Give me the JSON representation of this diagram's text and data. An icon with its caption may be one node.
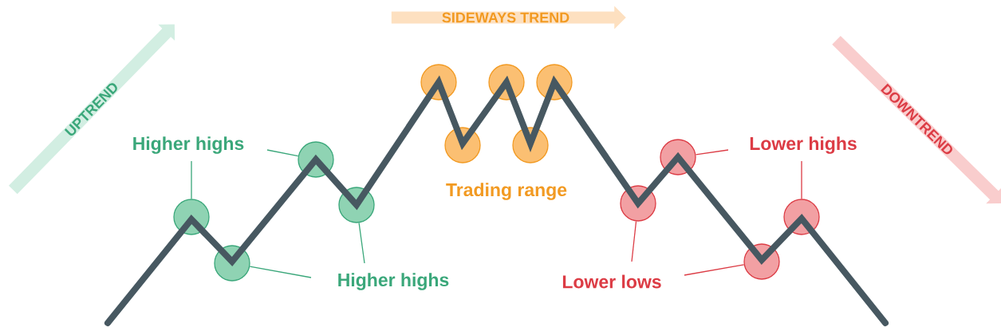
{
  "diagram": {
    "nodes": [
      {
        "text": [
          "UPTREND"
        ]
      },
      {
        "text": [
          "SIDEWAYS TREND"
        ]
      },
      {
        "text": [
          "DOWNTREND"
        ]
      },
      {
        "text": [
          "Higher highs"
        ]
      },
      {
        "text": [
          "Higher highs"
        ]
      },
      {
        "text": [
          "Lower highs"
        ]
      },
      {
        "text": [
          "Lower lows"
        ]
      },
      {
        "text": [],
        "shape": "circle"
      },
      {
        "text": [],
        "shape": "circle"
      },
      {
        "text": [],
        "shape": "circle"
      },
      {
        "text": [],
        "shape": "circle"
      },
      {
        "text": [],
        "shape": "circle"
      },
      {
        "text": [],
        "shape": "circle"
      },
      {
        "text": [],
        "shape": "circle"
      },
      {
        "text": [],
        "shape": "circle"
      },
      {
        "text": [],
        "shape": "circle"
      },
      {
        "text": [],
        "shape": "circle"
      },
      {
        "text": [],
        "shape": "circle"
      },
      {
        "text": [],
        "shape": "circle"
      },
      {
        "text": [],
        "shape": "circle"
      }
    ],
    "edges": [
      {
        "from": 3,
        "to": 7,
        "arrow": "none",
        "color": "#3aa77a"
      },
      {
        "from": 3,
        "to": 9,
        "arrow": "none",
        "color": "#3aa77a"
      },
      {
        "from": 4,
        "to": 8,
        "arrow": "none",
        "color": "#3aa77a"
      },
      {
        "from": 4,
        "to": 10,
        "arrow": "none",
        "color": "#3aa77a"
      },
      {
        "from": 5,
        "to": 17,
        "arrow": "none",
        "color": "#dc3c45"
      },
      {
        "from": 5,
        "to": 19,
        "arrow": "none",
        "color": "#dc3c45"
      },
      {
        "from": 6,
        "to": 16,
        "arrow": "none",
        "color": "#dc3c45"
      },
      {
        "from": 6,
        "to": 18,
        "arrow": "none",
        "color": "#dc3c45"
      }
    ],
    "labels": [
      "Trading range"
    ]
  }
}
